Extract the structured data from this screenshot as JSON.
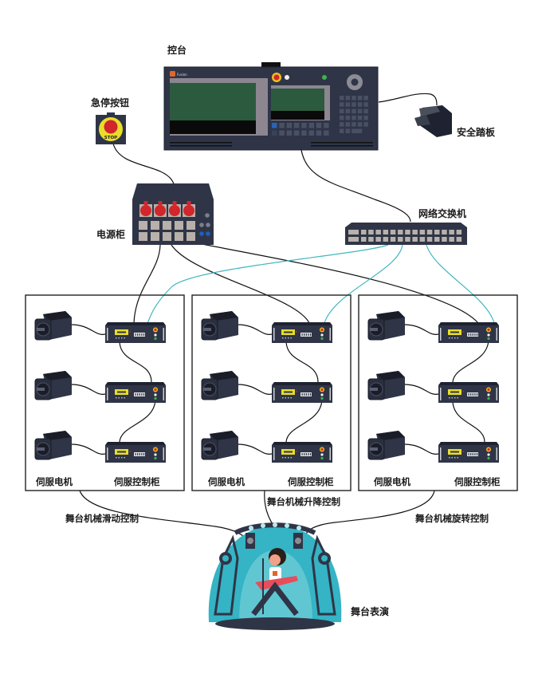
{
  "labels": {
    "console": "控台",
    "estop": "急停按钮",
    "pedal": "安全踏板",
    "power_cabinet": "电源柜",
    "switch": "网络交换机",
    "stage": "舞台表演"
  },
  "console": {
    "brand_text": "Fusion",
    "buttons": [
      "emergency-stop",
      "white-button",
      "green-indicator"
    ]
  },
  "estop_button": {
    "text": "STOP"
  },
  "groups": [
    {
      "motor_label": "伺服电机",
      "controller_label": "伺服控制柜",
      "control_label": "舞台机械滑动控制"
    },
    {
      "motor_label": "伺服电机",
      "controller_label": "伺服控制柜",
      "control_label": "舞台机械升降控制"
    },
    {
      "motor_label": "伺服电机",
      "controller_label": "伺服控制柜",
      "control_label": "舞台机械旋转控制"
    }
  ],
  "colors": {
    "device_dark": "#2f3547",
    "device_panel": "#3a4157",
    "screen_green": "#2c5a3f",
    "screen_frame": "#8c8690",
    "key_grey": "#b8b0aa",
    "socket_red": "#d1262b",
    "net_cable": "#3fb8bf",
    "power_cable": "#111111",
    "stage_teal": "#34b4c4",
    "display_yellow": "#e8dd2a"
  }
}
